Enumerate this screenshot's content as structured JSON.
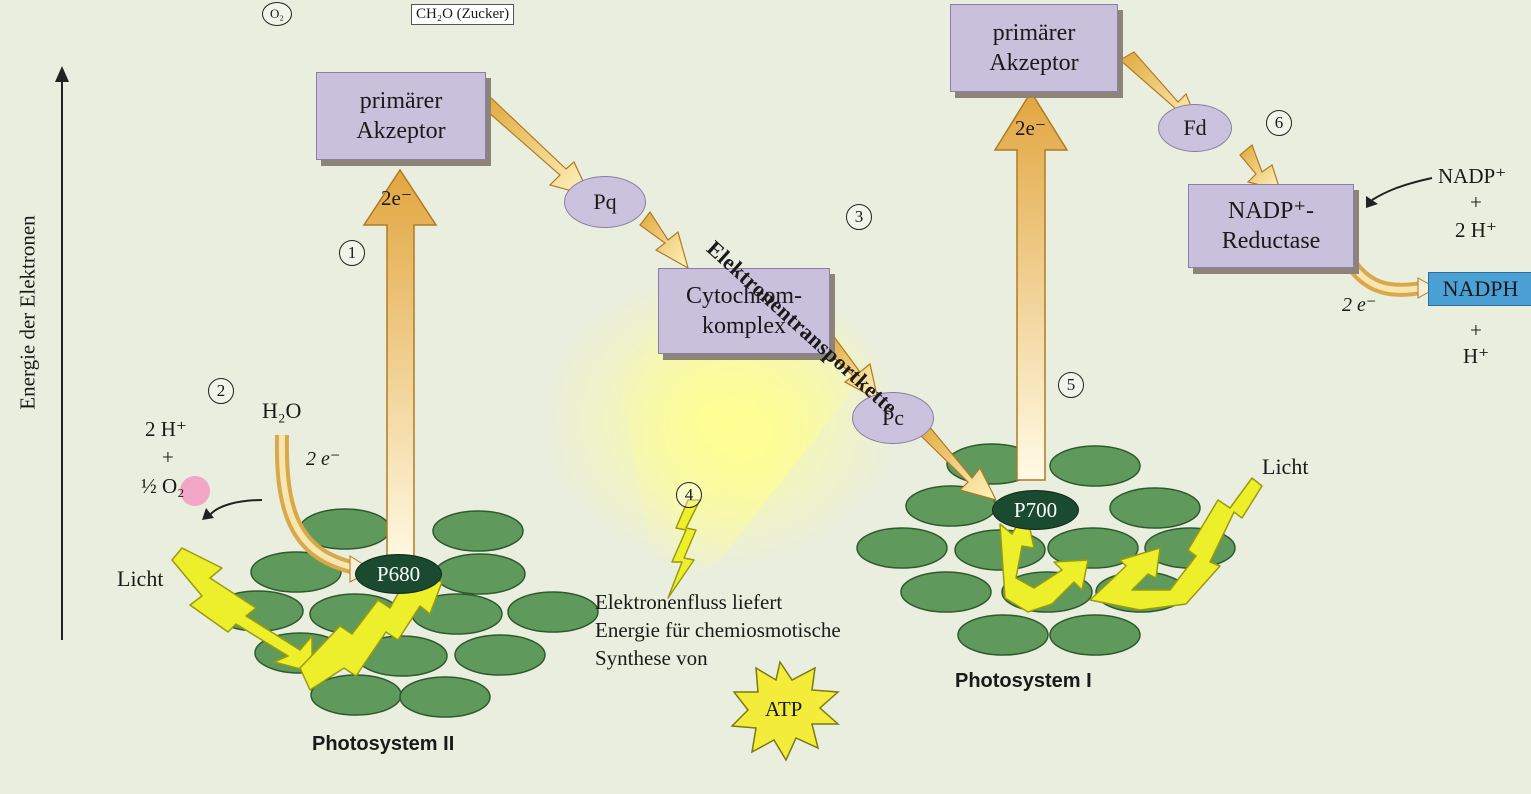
{
  "y_axis_label": "Energie der Elektronen",
  "top_labels": {
    "o2": "O₂",
    "sugar": "CH₂O (Zucker)"
  },
  "photosystem_2": {
    "title": "Photosystem II",
    "center": "P680",
    "acceptor": "primärer Akzeptor",
    "electrons_up": "2e⁻",
    "light": "Licht"
  },
  "water_split": {
    "h2o": "H₂O",
    "electrons": "2 e⁻",
    "protons": "2 H⁺",
    "plus": "+",
    "oxygen": "½ O₂"
  },
  "chain": {
    "label": "Elektronentransportkette",
    "pq": "Pq",
    "cytochrome": "Cytochrom-komplex",
    "pc": "Pc"
  },
  "photosystem_1": {
    "title": "Photosystem I",
    "center": "P700",
    "acceptor": "primärer Akzeptor",
    "electrons_up": "2e⁻",
    "light": "Licht",
    "fd": "Fd",
    "reductase": "NADP⁺-Reductase",
    "nadp_in": "NADP⁺",
    "nadp_plus": "+",
    "nadp_h": "2 H⁺",
    "electrons_to_nadph": "2 e⁻",
    "nadph": "NADPH",
    "out_plus": "+",
    "out_h": "H⁺"
  },
  "atp_note": {
    "line1": "Elektronenfluss liefert",
    "line2": "Energie für chemiosmotische",
    "line3": "Synthese von",
    "atp": "ATP"
  },
  "steps": [
    "1",
    "2",
    "3",
    "4",
    "5",
    "6"
  ],
  "colors": {
    "background": "#eaeede",
    "box_fill": "#c9c0dc",
    "chlorophyll": "#5f9a5c",
    "lightning": "#ecef2a",
    "arrow": "#e6b84a",
    "nadph": "#4ba0d6"
  }
}
